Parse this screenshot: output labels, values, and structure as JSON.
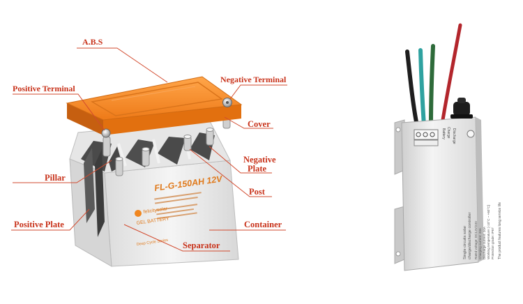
{
  "colors": {
    "label": "#c8321a",
    "leader": "#d24a2e",
    "orange": "#f68a2a",
    "orange_dark": "#c65f10",
    "case": "#ececec",
    "case_shade": "#cfcfcf",
    "plate": "#4a4a4a",
    "housing": "#e2e2e2"
  },
  "battery": {
    "labels": {
      "abs": "A.B.S",
      "positive_terminal": "Positive Terminal",
      "negative_terminal": "Negative Terminal",
      "cover": "Cover",
      "negative_plate_1": "Negative",
      "negative_plate_2": "Plate",
      "pillar": "Pillar",
      "post": "Post",
      "positive_plate": "Positive Plate",
      "container": "Container",
      "separator": "Separator"
    },
    "case_model": "FL-G-150AH 12V",
    "case_brand": "felicitysolar",
    "case_type": "GEL BATTERY",
    "case_tagline": "Deep Cycle Series"
  },
  "controller": {
    "port_labels": [
      "Charge",
      "Battery",
      "Discharge"
    ],
    "text_lines": [
      "Single circuits solar",
      "charge/discharge controller",
      "Rated voltage: DC12V/24V",
      "Charging current: 20A",
      "Discharge current: 20A",
      "Working temperature: [-10°C ~ +60°C]",
      "Protection grade: IP67",
      "The product features long service life"
    ]
  }
}
